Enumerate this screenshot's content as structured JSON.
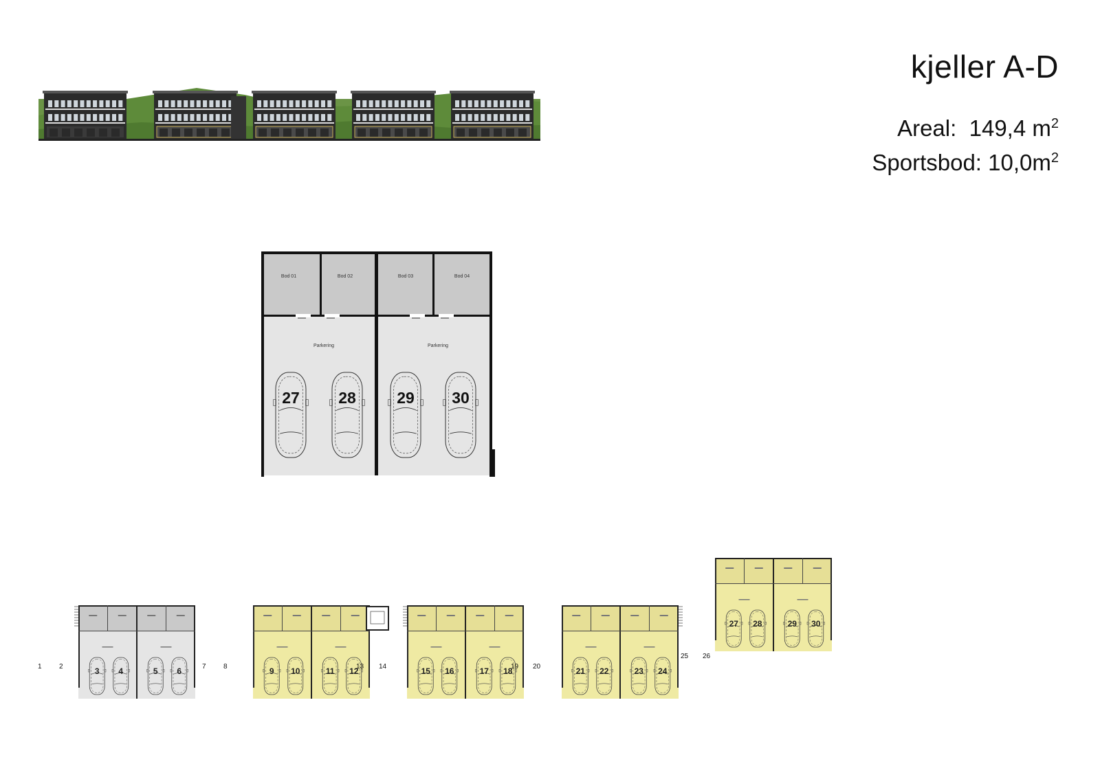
{
  "title": "kjeller A-D",
  "areal": {
    "label": "Areal:",
    "value": "149,4 m",
    "sup": "2"
  },
  "sportsbod": {
    "label": "Sportsbod:",
    "value": "10,0m",
    "sup": "2"
  },
  "colors": {
    "storage_fill": "#c9c9c9",
    "parking_fill": "#e5e5e5",
    "highlight_fill": "#efeaa3",
    "wall": "#111111",
    "grass": "#5e8b3a"
  },
  "main_plan": {
    "storage_rooms": [
      "Bod 01",
      "Bod 02",
      "Bod 03",
      "Bod 04"
    ],
    "parking_labels": [
      "Parkering",
      "Parkering"
    ],
    "spaces": [
      "27",
      "28",
      "29",
      "30"
    ]
  },
  "overview": {
    "outer_numbers": [
      "1",
      "2",
      "7",
      "8",
      "13",
      "14",
      "19",
      "20",
      "25",
      "26"
    ],
    "blocks": [
      {
        "spaces": [
          "3",
          "4",
          "5",
          "6"
        ],
        "highlight": false
      },
      {
        "spaces": [
          "9",
          "10",
          "11",
          "12"
        ],
        "highlight": true
      },
      {
        "spaces": [
          "15",
          "16",
          "17",
          "18"
        ],
        "highlight": true
      },
      {
        "spaces": [
          "21",
          "22",
          "23",
          "24"
        ],
        "highlight": true
      },
      {
        "spaces": [
          "27",
          "28",
          "29",
          "30"
        ],
        "highlight": true
      }
    ]
  }
}
